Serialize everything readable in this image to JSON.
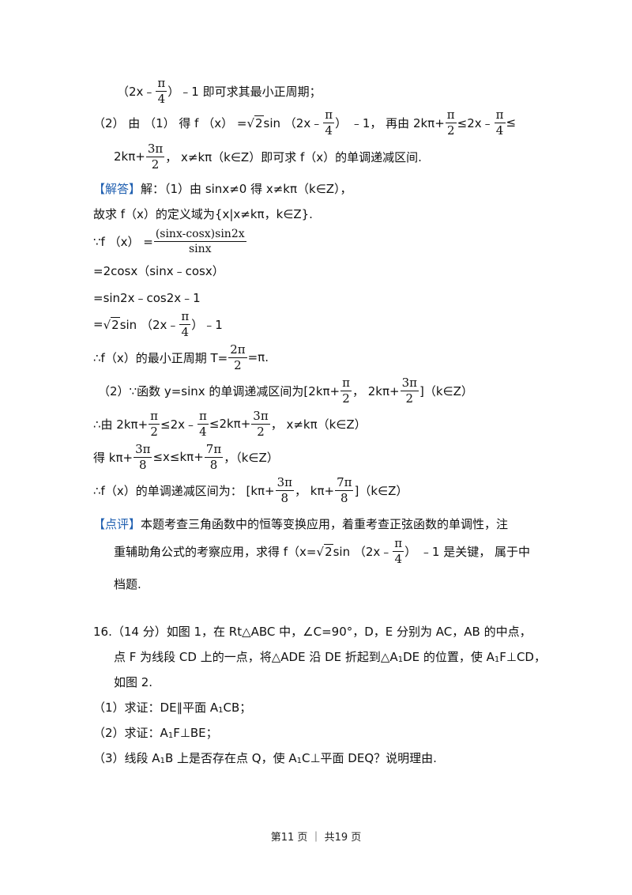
{
  "analysis": {
    "l1_pre": "（2x﹣",
    "l1_post": "）﹣1 即可求其最小正周期；",
    "l2_pre": "（2） 由 （1） 得 f （x） =",
    "l2_mid": "sin （2x﹣",
    "l2_mid2": "） ﹣1， 再由 2kπ+",
    "l2_mid3": "≤2x﹣",
    "l2_post": "≤",
    "l3_pre": "2kπ+",
    "l3_post": "， x≠kπ（k∈Z）即可求 f（x）的单调递减区间."
  },
  "solution": {
    "tag": "【解答】",
    "s1": "解：（1）由 sinx≠0 得 x≠kπ（k∈Z），",
    "s2": "故求 f（x）的定义域为{x|x≠kπ，k∈Z}.",
    "s3_pre": "∵f （x） =",
    "s3_num": "(sinx-cosx)sin2x",
    "s3_den": "sinx",
    "s4": "=2cosx（sinx﹣cosx）",
    "s5": "=sin2x﹣cos2x﹣1",
    "s6_pre": "=",
    "s6_mid": "sin （2x﹣",
    "s6_post": "）﹣1",
    "s7_pre": "∴f（x）的最小正周期 T=",
    "s7_post": "=π.",
    "s8_pre": "（2）∵函数 y=sinx 的单调递减区间为[2kπ+",
    "s8_mid": "， 2kπ+",
    "s8_post": "]（k∈Z）",
    "s9_pre": "∴由 2kπ+",
    "s9_a": "≤2x﹣",
    "s9_b": "≤2kπ+",
    "s9_post": "， x≠kπ（k∈Z）",
    "s10_pre": "得 kπ+",
    "s10_mid": "≤x≤kπ+",
    "s10_post": "，（k∈Z）",
    "s11_pre": "∴f（x）的单调递减区间为： [kπ+",
    "s11_mid": "， kπ+",
    "s11_post": "]（k∈Z）"
  },
  "comment": {
    "tag": "【点评】",
    "c1": "本题考查三角函数中的恒等变换应用，着重考查正弦函数的单调性，注",
    "c2_pre": "重辅助角公式的考察应用，求得 f（x=",
    "c2_mid": "sin （2x﹣",
    "c2_post": "） ﹣1 是关键， 属于中",
    "c3": "档题."
  },
  "fracs": {
    "pi": "π",
    "two": "2",
    "four": "4",
    "eight": "8",
    "three_pi": "3π",
    "two_pi": "2π",
    "seven_pi": "7π",
    "sqrt2": "2"
  },
  "problem16": {
    "p1": "16.（14 分）如图 1，在 Rt△ABC 中，∠C=90°，D，E 分别为 AC，AB 的中点，",
    "p2_a": "点 F 为线段 CD 上的一点，将△ADE 沿 DE 折起到△A",
    "p2_b": "DE 的位置，使 A",
    "p2_c": "F⊥CD，",
    "p3": "如图 2.",
    "q1_a": "（1）求证：DE∥平面 A",
    "q1_b": "CB；",
    "q2_a": "（2）求证：A",
    "q2_b": "F⊥BE；",
    "q3_a": "（3）线段 A",
    "q3_b": "B 上是否存在点 Q，使 A",
    "q3_c": "C⊥平面 DEQ？说明理由.",
    "sub1": "1"
  },
  "footer": "第11 页 ｜ 共19 页"
}
